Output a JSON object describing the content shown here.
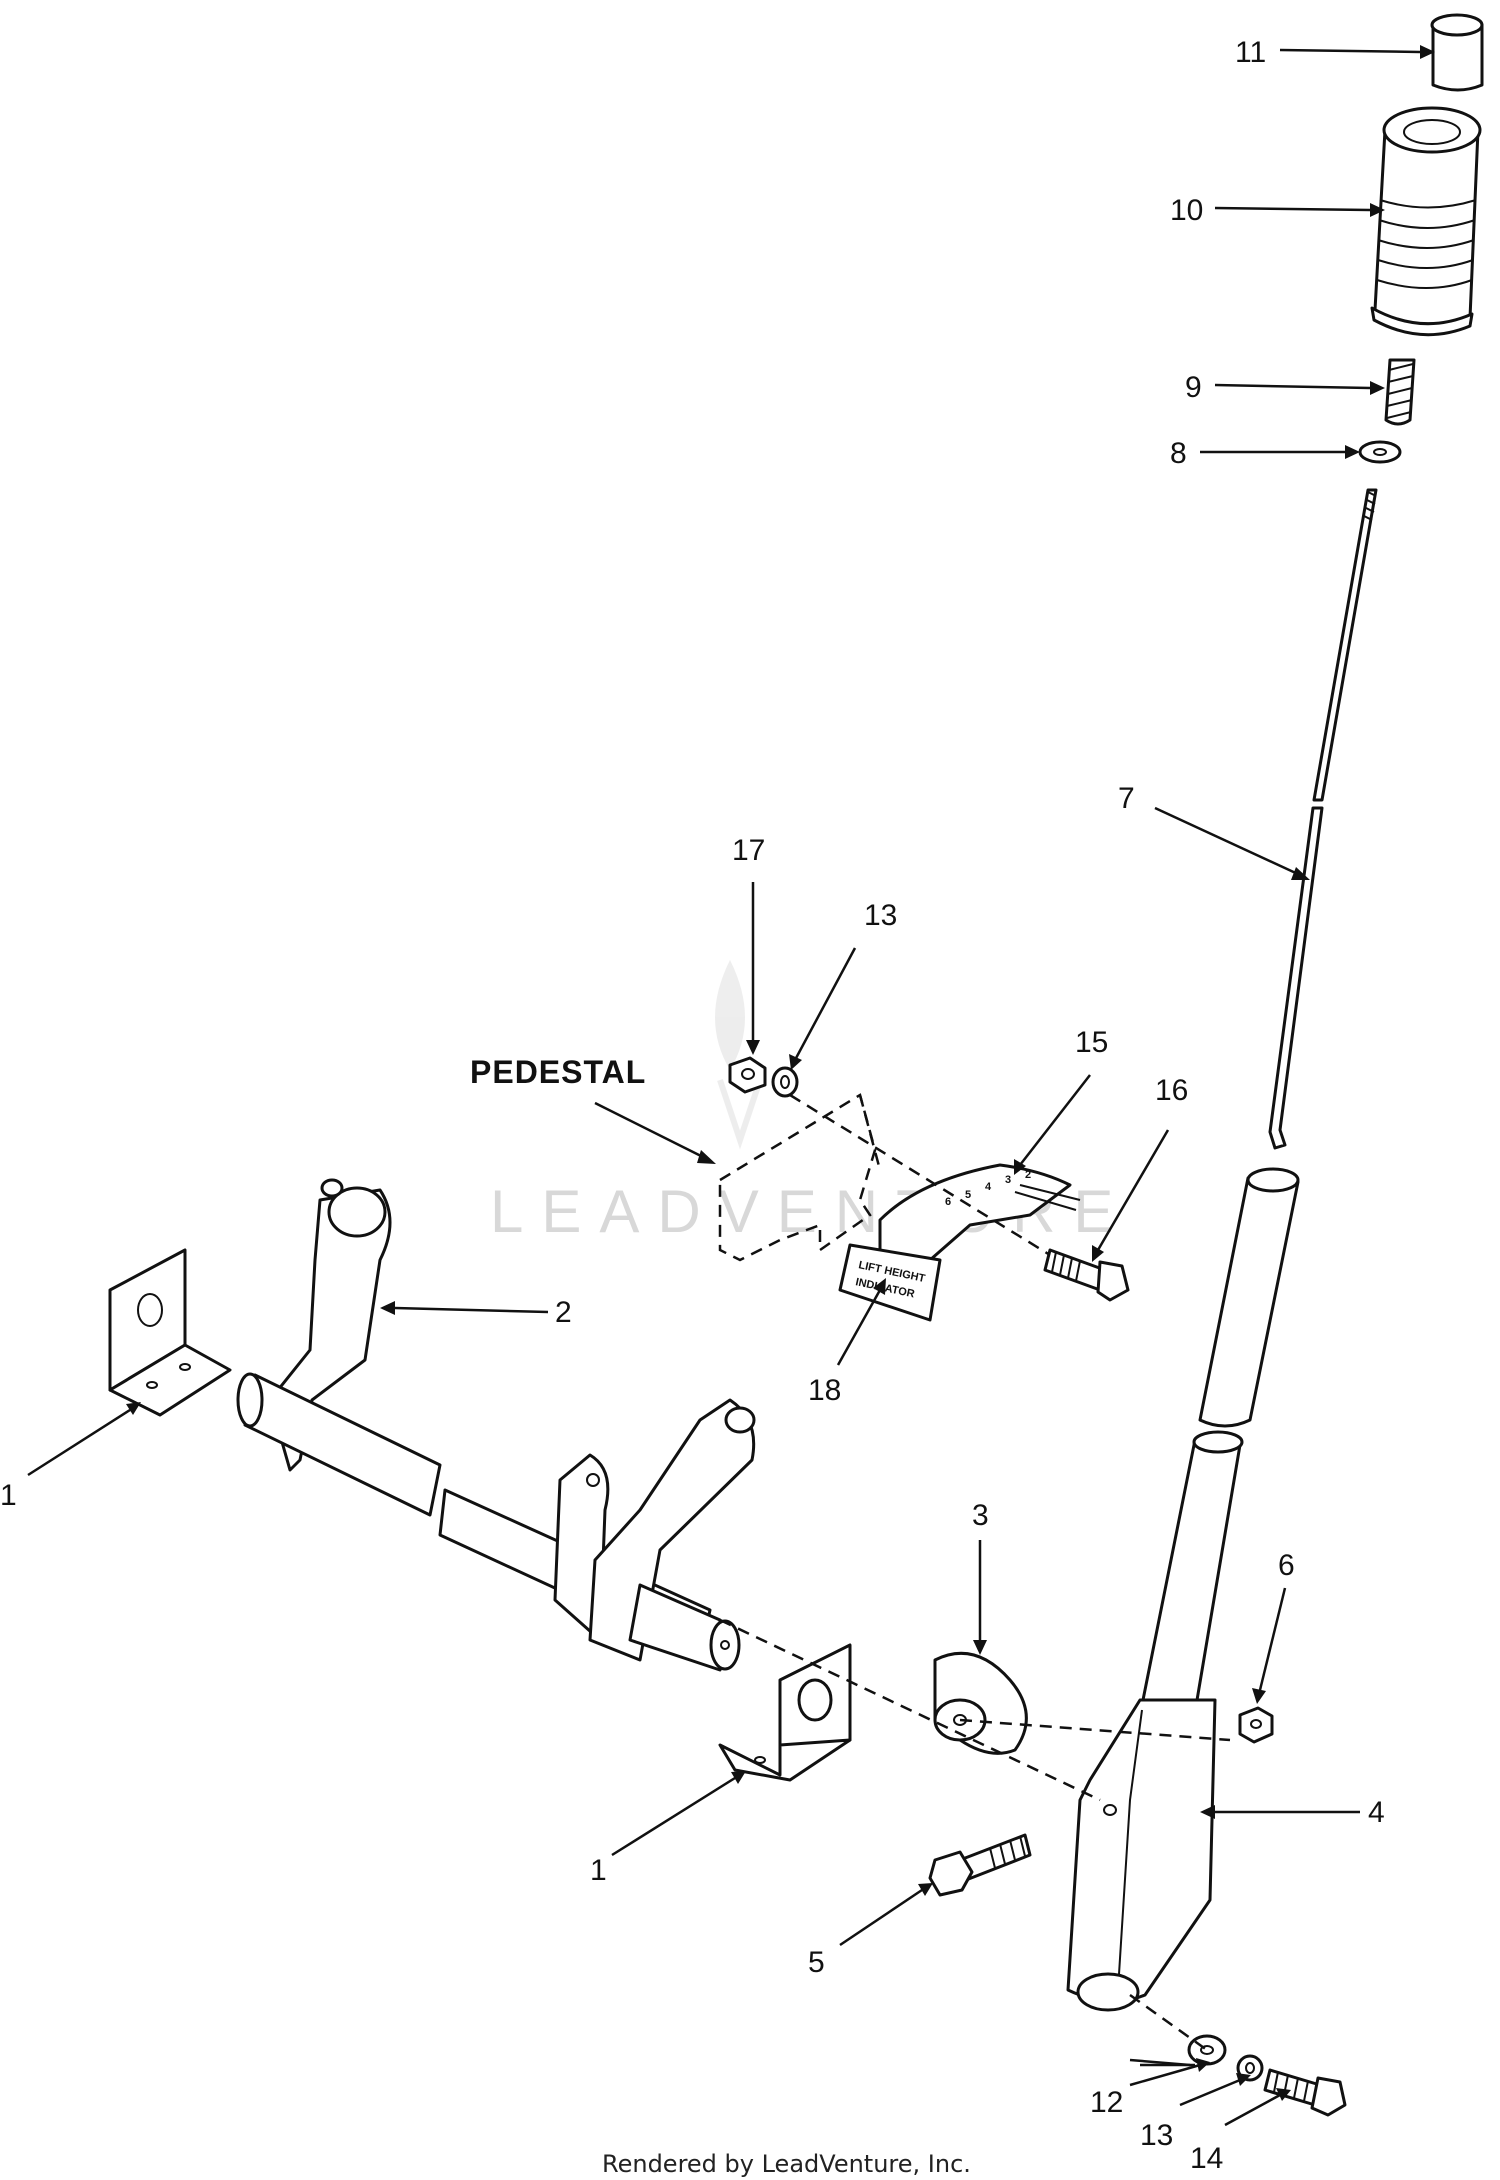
{
  "diagram": {
    "callouts": [
      {
        "id": "c11",
        "text": "11"
      },
      {
        "id": "c10",
        "text": "10"
      },
      {
        "id": "c9",
        "text": "9"
      },
      {
        "id": "c8",
        "text": "8"
      },
      {
        "id": "c7",
        "text": "7"
      },
      {
        "id": "c17",
        "text": "17"
      },
      {
        "id": "c13a",
        "text": "13"
      },
      {
        "id": "c15",
        "text": "15"
      },
      {
        "id": "c16",
        "text": "16"
      },
      {
        "id": "c2",
        "text": "2"
      },
      {
        "id": "c18",
        "text": "18"
      },
      {
        "id": "c1a",
        "text": "1"
      },
      {
        "id": "c3",
        "text": "3"
      },
      {
        "id": "c6",
        "text": "6"
      },
      {
        "id": "c4",
        "text": "4"
      },
      {
        "id": "c1b",
        "text": "1"
      },
      {
        "id": "c5",
        "text": "5"
      },
      {
        "id": "c12",
        "text": "12"
      },
      {
        "id": "c13b",
        "text": "13"
      },
      {
        "id": "c14",
        "text": "14"
      }
    ],
    "pedestal_label": "PEDESTAL",
    "decal_text_line1": "LIFT HEIGHT",
    "decal_text_line2": "INDICATOR",
    "scale_marks": [
      "6",
      "5",
      "4",
      "3",
      "2"
    ],
    "watermark": "LEADVENTURE"
  },
  "footer": {
    "text": "Rendered by LeadVenture, Inc."
  }
}
